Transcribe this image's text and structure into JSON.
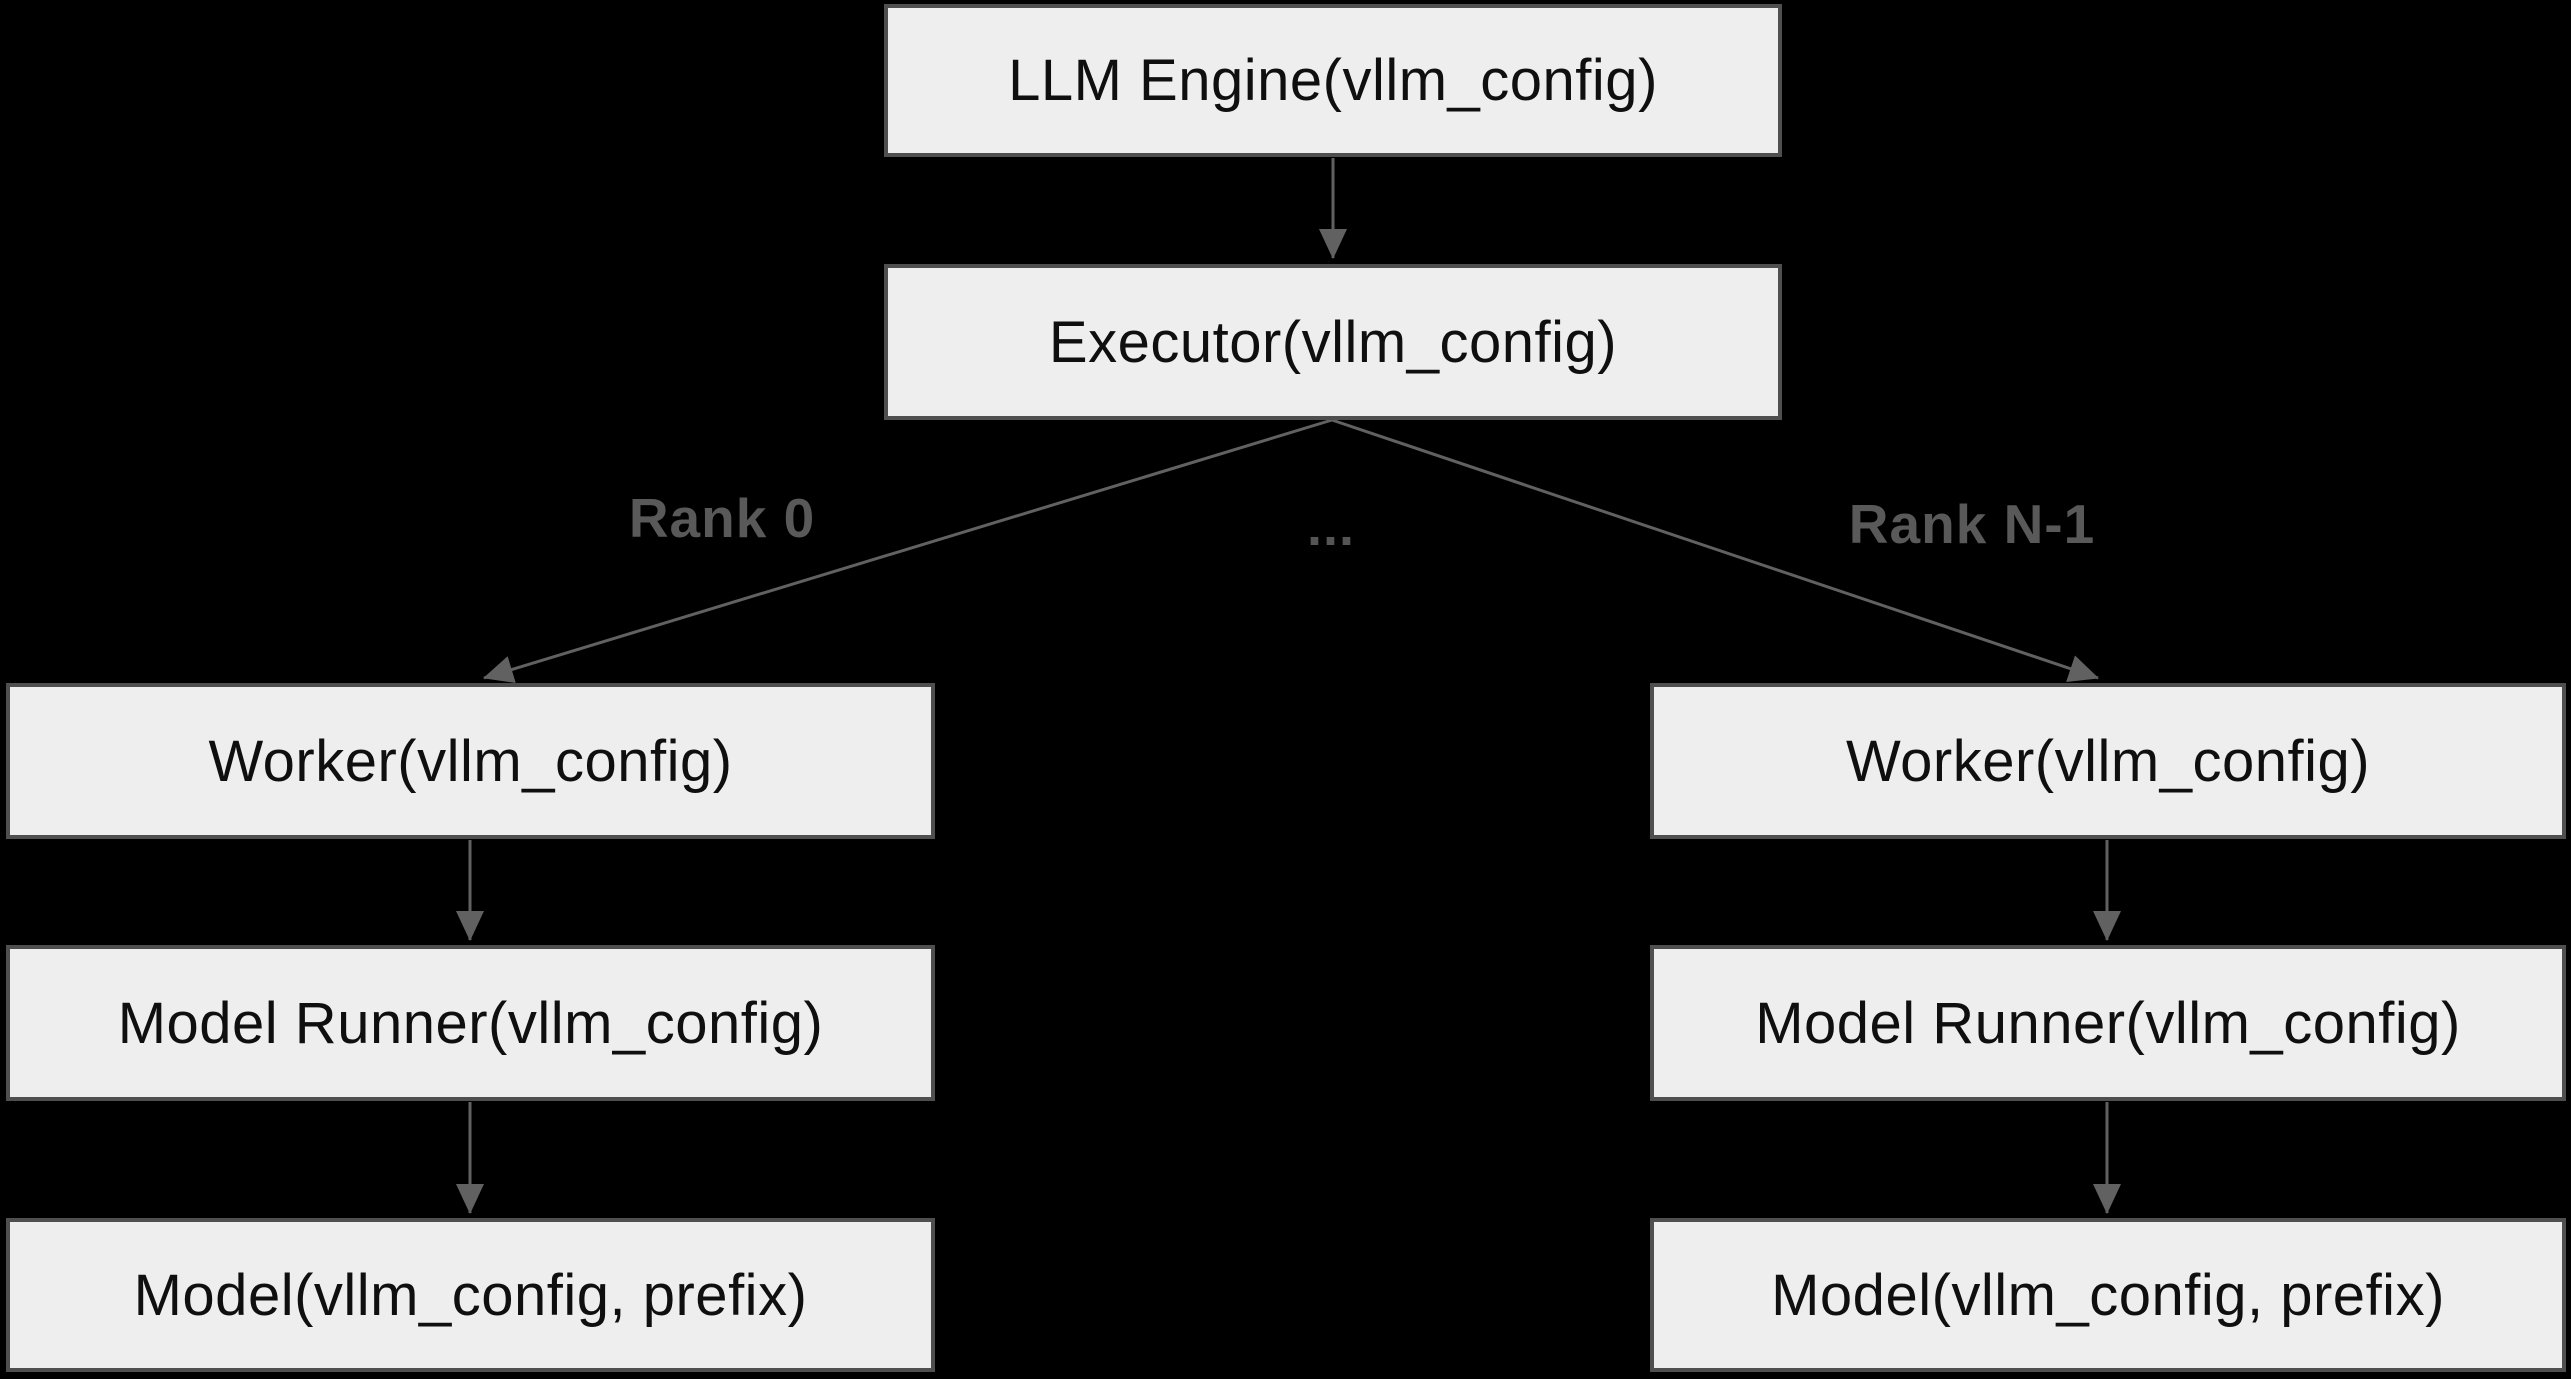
{
  "diagram": {
    "type": "flowchart",
    "background_color": "#000000",
    "node_fill_color": "#eeeeee",
    "node_border_color": "#4f4f4f",
    "node_text_color": "#0f0f0f",
    "edge_color": "#616161",
    "edge_label_color": "#595959",
    "nodes": {
      "llm_engine": "LLM Engine(vllm_config)",
      "executor": "Executor(vllm_config)",
      "worker_left": "Worker(vllm_config)",
      "worker_right": "Worker(vllm_config)",
      "model_runner_left": "Model Runner(vllm_config)",
      "model_runner_right": "Model Runner(vllm_config)",
      "model_left": "Model(vllm_config, prefix)",
      "model_right": "Model(vllm_config, prefix)"
    },
    "edge_labels": {
      "rank_0": "Rank 0",
      "ellipsis": "...",
      "rank_n_1": "Rank N-1"
    },
    "edges": [
      "LLM Engine -> Executor",
      "Executor -> Worker (Rank 0)",
      "Executor -> Worker (Rank N-1)",
      "Worker -> Model Runner (left)",
      "Model Runner -> Model (left)",
      "Worker -> Model Runner (right)",
      "Model Runner -> Model (right)"
    ]
  }
}
